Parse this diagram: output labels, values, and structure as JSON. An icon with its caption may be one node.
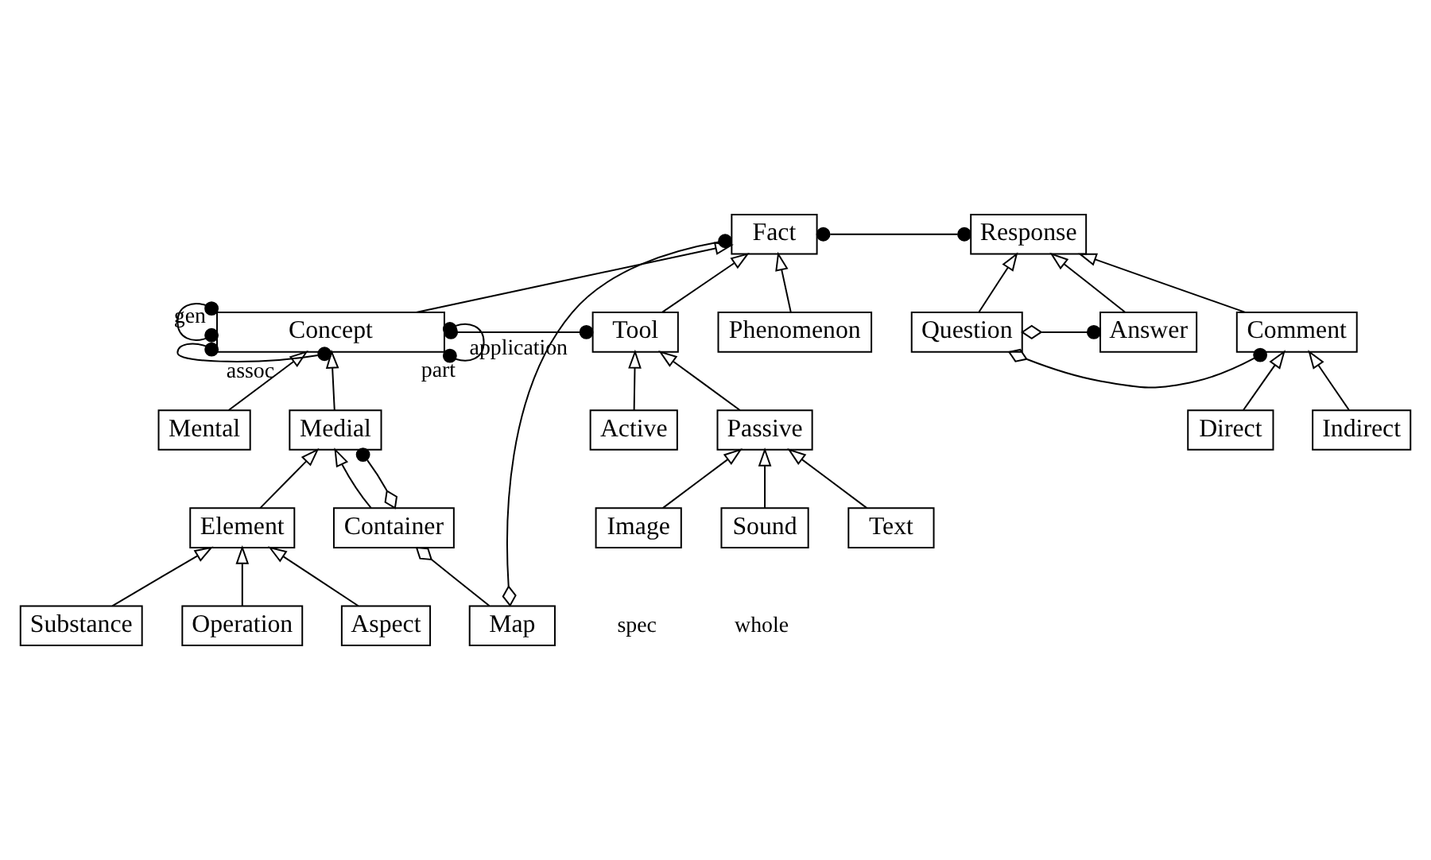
{
  "diagram": {
    "nodes": [
      {
        "text": [
          "Fact"
        ]
      },
      {
        "text": [
          "Response"
        ]
      },
      {
        "text": [
          "Concept"
        ]
      },
      {
        "text": [
          "Tool"
        ]
      },
      {
        "text": [
          "Phenomenon"
        ]
      },
      {
        "text": [
          "Question"
        ]
      },
      {
        "text": [
          "Answer"
        ]
      },
      {
        "text": [
          "Active"
        ]
      },
      {
        "text": [
          "Passive"
        ]
      },
      {
        "text": [
          "Mental"
        ]
      },
      {
        "text": [
          "Medial"
        ]
      },
      {
        "text": [
          "Comment"
        ]
      },
      {
        "text": [
          "Image"
        ]
      },
      {
        "text": [
          "Direct"
        ]
      },
      {
        "text": [
          "Indirect"
        ]
      },
      {
        "text": [
          "Element"
        ]
      },
      {
        "text": [
          "Container"
        ]
      },
      {
        "text": [
          "Sound"
        ]
      },
      {
        "text": [
          "Map"
        ]
      },
      {
        "text": [
          "Substance"
        ]
      },
      {
        "text": [
          "Text"
        ]
      },
      {
        "text": [
          "Operation"
        ]
      },
      {
        "text": [
          "Aspect"
        ]
      }
    ],
    "edges": [
      {
        "from": 2,
        "to": 0,
        "arrow": "to"
      },
      {
        "from": 3,
        "to": 0,
        "arrow": "to"
      },
      {
        "from": 4,
        "to": 0,
        "arrow": "to"
      },
      {
        "from": 9,
        "to": 2,
        "arrow": "to"
      },
      {
        "from": 10,
        "to": 2,
        "arrow": "to"
      },
      {
        "from": 7,
        "to": 3,
        "arrow": "to"
      },
      {
        "from": 8,
        "to": 3,
        "arrow": "to"
      },
      {
        "from": 12,
        "to": 8,
        "arrow": "to"
      },
      {
        "from": 17,
        "to": 8,
        "arrow": "to"
      },
      {
        "from": 20,
        "to": 8,
        "arrow": "to"
      },
      {
        "from": 15,
        "to": 10,
        "arrow": "to"
      },
      {
        "from": 16,
        "to": 10,
        "arrow": "to"
      },
      {
        "from": 19,
        "to": 15,
        "arrow": "to"
      },
      {
        "from": 21,
        "to": 15,
        "arrow": "to"
      },
      {
        "from": 22,
        "to": 15,
        "arrow": "to"
      },
      {
        "from": 5,
        "to": 1,
        "arrow": "to"
      },
      {
        "from": 6,
        "to": 1,
        "arrow": "to"
      },
      {
        "from": 11,
        "to": 1,
        "arrow": "to"
      },
      {
        "from": 13,
        "to": 11,
        "arrow": "to"
      },
      {
        "from": 14,
        "to": 11,
        "arrow": "to"
      },
      {
        "from": 0,
        "to": 1,
        "arrow": "other"
      },
      {
        "from": 18,
        "to": 0,
        "arrow": "other"
      },
      {
        "from": 2,
        "to": 3,
        "arrow": "other",
        "label": "application"
      },
      {
        "from": 2,
        "to": 2,
        "arrow": "other",
        "label": "gen"
      },
      {
        "from": 2,
        "to": 2,
        "arrow": "other",
        "label": "assoc"
      },
      {
        "from": 2,
        "to": 2,
        "arrow": "other",
        "label": "part"
      },
      {
        "from": 16,
        "to": 10,
        "arrow": "other"
      },
      {
        "from": 16,
        "to": 18,
        "arrow": "other"
      },
      {
        "from": 5,
        "to": 6,
        "arrow": "other"
      },
      {
        "from": 5,
        "to": 11,
        "arrow": "other"
      }
    ],
    "labels": [
      "spec",
      "whole"
    ]
  }
}
